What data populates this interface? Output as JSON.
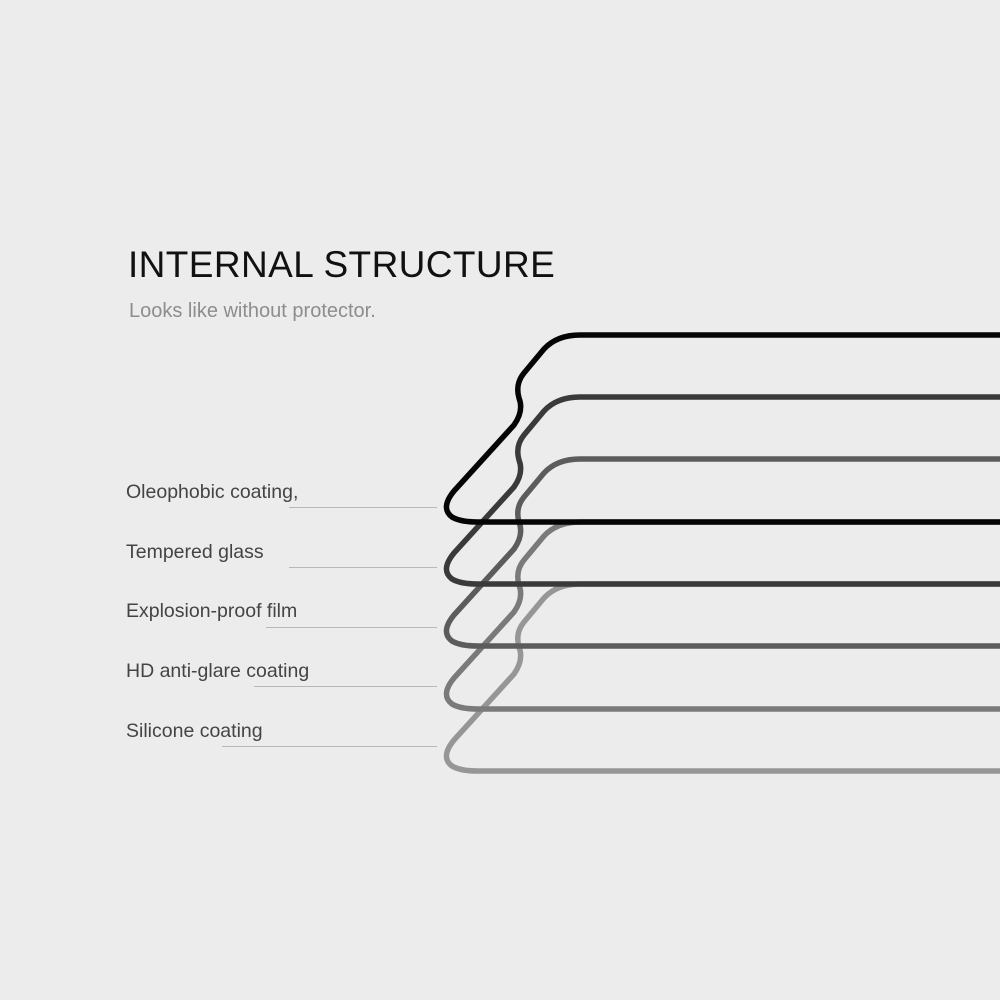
{
  "header": {
    "title": "INTERNAL STRUCTURE",
    "subtitle": "Looks like without protector."
  },
  "layers": [
    {
      "label": "Oleophobic coating,"
    },
    {
      "label": "Tempered glass"
    },
    {
      "label": "Explosion-proof film"
    },
    {
      "label": "HD anti-glare coating"
    },
    {
      "label": "Silicone coating"
    }
  ],
  "colors": {
    "background": "#ececec",
    "title": "#111111",
    "subtitle": "#8d8d8d",
    "label": "#444444",
    "leader_line": "#b8b8b8",
    "layer_strokes": [
      "#050505",
      "#3a3a3a",
      "#5c5c5c",
      "#7a7a7a",
      "#969696"
    ]
  }
}
